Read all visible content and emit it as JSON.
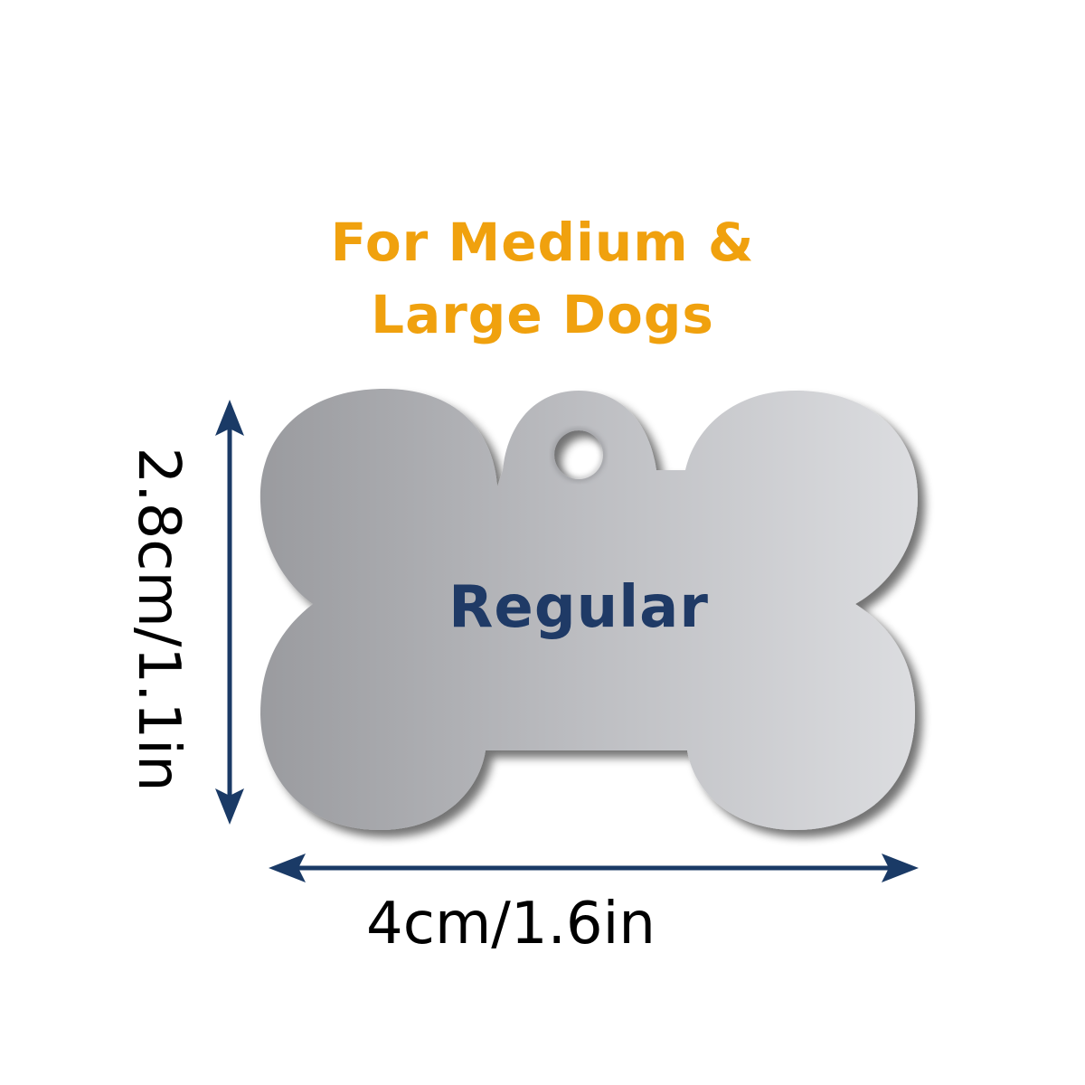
{
  "title": {
    "line1": "For Medium &",
    "line2": "Large Dogs",
    "color": "#f0a10e"
  },
  "tag": {
    "shape": "bone",
    "label": "Regular",
    "label_color": "#1f3a66",
    "fill_light": "#dcdde0",
    "fill_dark": "#9a9b9f"
  },
  "dimensions": {
    "height_label": "2.8cm/1.1in",
    "width_label": "4cm/1.6in",
    "arrow_color": "#1a3a66"
  }
}
